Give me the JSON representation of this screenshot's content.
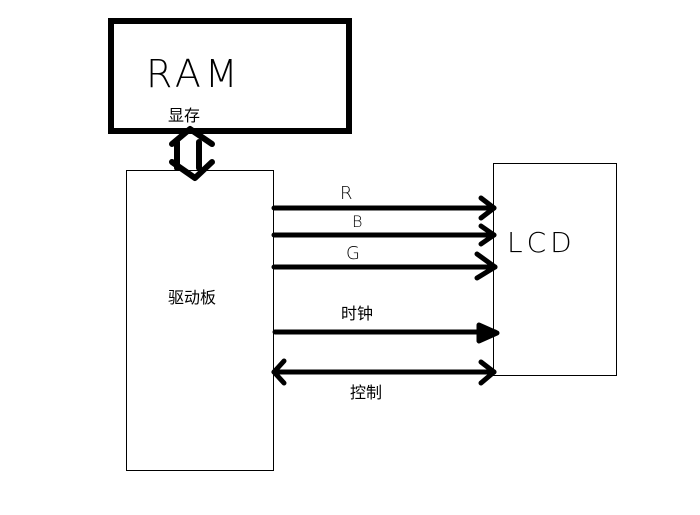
{
  "ram": {
    "title": "RAM",
    "subtitle": "显存"
  },
  "driver": {
    "label": "驱动板"
  },
  "lcd": {
    "label": "LCD"
  },
  "signals": [
    {
      "label": "R",
      "direction": "to-lcd"
    },
    {
      "label": "B",
      "direction": "to-lcd"
    },
    {
      "label": "G",
      "direction": "to-lcd"
    },
    {
      "label": "时钟",
      "direction": "to-lcd"
    },
    {
      "label": "控制",
      "direction": "bidirectional"
    }
  ],
  "ram_driver_link": {
    "direction": "bidirectional"
  }
}
